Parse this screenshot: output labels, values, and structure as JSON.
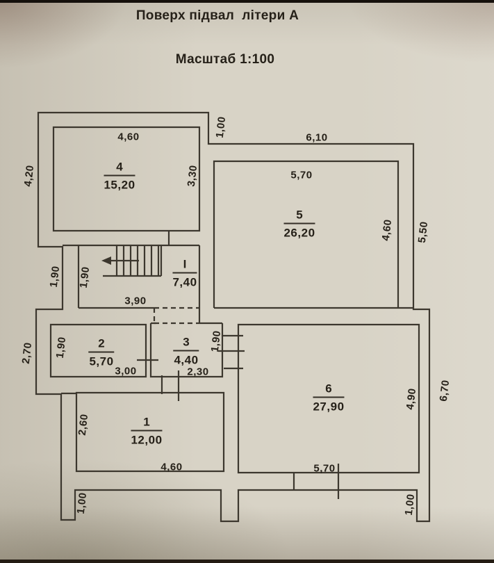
{
  "header": {
    "title": "Поверх підвал  літери А",
    "scale": "Масштаб 1:100"
  },
  "rooms": {
    "r1": {
      "number": "1",
      "area": "12,00"
    },
    "r2": {
      "number": "2",
      "area": "5,70"
    },
    "r3": {
      "number": "3",
      "area": "4,40"
    },
    "r4": {
      "number": "4",
      "area": "15,20"
    },
    "r5": {
      "number": "5",
      "area": "26,20"
    },
    "r6": {
      "number": "6",
      "area": "27,90"
    },
    "hall": {
      "number": "І",
      "area": "7,40"
    }
  },
  "dims": {
    "room4_top": "4,60",
    "top_step": "1,00",
    "top_right": "6,10",
    "left_upper": "4,20",
    "room4_right": "3,30",
    "room5_top": "5,70",
    "room5_right": "4,60",
    "right_upper": "5,50",
    "recess_left": "1,90",
    "hall_left": "1,90",
    "hall_bottom": "3,90",
    "left_lower": "2,70",
    "room2_left": "1,90",
    "room2_bottom": "3,00",
    "room3_bottom": "2,30",
    "room3_right": "1,90",
    "room1_left": "2,60",
    "room1_bottom": "4,60",
    "room6_right": "4,90",
    "right_lower": "6,70",
    "room6_bottom": "5,70",
    "bottom_left_step": "1,00",
    "bottom_right_step": "1,00"
  },
  "colors": {
    "paper": "#d8d3c6",
    "line": "#3c372e",
    "text": "#262119"
  }
}
